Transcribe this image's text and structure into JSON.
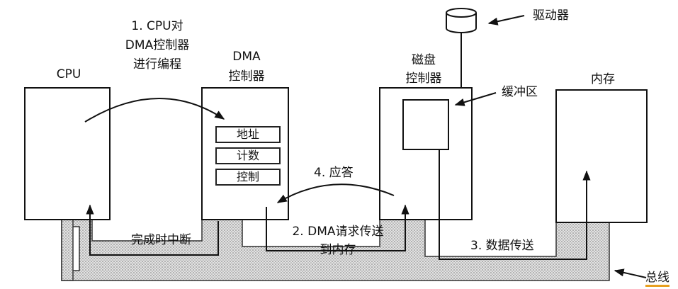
{
  "labels": {
    "cpu": "CPU",
    "dma_controller": [
      "DMA",
      "控制器"
    ],
    "disk_controller": [
      "磁盘",
      "控制器"
    ],
    "memory": "内存",
    "drive": "驱动器",
    "buffer": "缓冲区",
    "bus": "总线",
    "registers": [
      "地址",
      "计数",
      "控制"
    ]
  },
  "steps": {
    "step1": [
      "1. CPU对",
      "DMA控制器",
      "进行编程"
    ],
    "step2": [
      "2. DMA请求传送",
      "到内存"
    ],
    "step3": "3. 数据传送",
    "step4": "4. 应答",
    "interrupt": "完成时中断"
  },
  "colors": {
    "line": "#111111",
    "bus_fill": "#d8d8d8",
    "bus_accent": "#e8a020"
  }
}
